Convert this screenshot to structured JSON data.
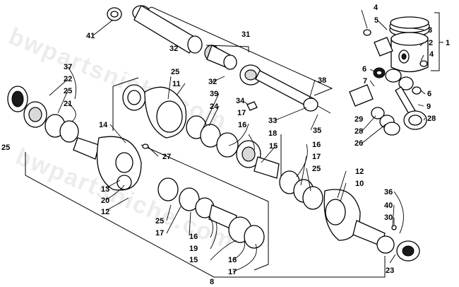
{
  "watermark_text": "bwpartsniche.com",
  "callouts": [
    {
      "id": "c41",
      "text": "41"
    },
    {
      "id": "c32a",
      "text": "32"
    },
    {
      "id": "c31",
      "text": "31"
    },
    {
      "id": "c4a",
      "text": "4"
    },
    {
      "id": "c5",
      "text": "5"
    },
    {
      "id": "c3",
      "text": "3"
    },
    {
      "id": "c2",
      "text": "2"
    },
    {
      "id": "c4b",
      "text": "4"
    },
    {
      "id": "c1",
      "text": "1"
    },
    {
      "id": "c37",
      "text": "37"
    },
    {
      "id": "c22",
      "text": "22"
    },
    {
      "id": "c25a",
      "text": "25"
    },
    {
      "id": "c21",
      "text": "21"
    },
    {
      "id": "c25b",
      "text": "25"
    },
    {
      "id": "c11",
      "text": "11"
    },
    {
      "id": "c32b",
      "text": "32"
    },
    {
      "id": "c39",
      "text": "39"
    },
    {
      "id": "c24",
      "text": "24"
    },
    {
      "id": "c17a",
      "text": "17"
    },
    {
      "id": "c34",
      "text": "34"
    },
    {
      "id": "c38",
      "text": "38"
    },
    {
      "id": "c6a",
      "text": "6"
    },
    {
      "id": "c7",
      "text": "7"
    },
    {
      "id": "c6b",
      "text": "6"
    },
    {
      "id": "c9",
      "text": "9"
    },
    {
      "id": "c28a",
      "text": "28"
    },
    {
      "id": "c29",
      "text": "29"
    },
    {
      "id": "c28b",
      "text": "28"
    },
    {
      "id": "c26",
      "text": "26"
    },
    {
      "id": "c33",
      "text": "33"
    },
    {
      "id": "c35",
      "text": "35"
    },
    {
      "id": "c16a",
      "text": "16"
    },
    {
      "id": "c18",
      "text": "18"
    },
    {
      "id": "c15a",
      "text": "15"
    },
    {
      "id": "c16b",
      "text": "16"
    },
    {
      "id": "c17b",
      "text": "17"
    },
    {
      "id": "c25c",
      "text": "25"
    },
    {
      "id": "c14",
      "text": "14"
    },
    {
      "id": "c27",
      "text": "27"
    },
    {
      "id": "c25d",
      "text": "25"
    },
    {
      "id": "c13",
      "text": "13"
    },
    {
      "id": "c20",
      "text": "20"
    },
    {
      "id": "c12a",
      "text": "12"
    },
    {
      "id": "c12b",
      "text": "12"
    },
    {
      "id": "c10",
      "text": "10"
    },
    {
      "id": "c25e",
      "text": "25"
    },
    {
      "id": "c17c",
      "text": "17"
    },
    {
      "id": "c16c",
      "text": "16"
    },
    {
      "id": "c19",
      "text": "19"
    },
    {
      "id": "c15b",
      "text": "15"
    },
    {
      "id": "c16d",
      "text": "16"
    },
    {
      "id": "c17d",
      "text": "17"
    },
    {
      "id": "c36",
      "text": "36"
    },
    {
      "id": "c40",
      "text": "40"
    },
    {
      "id": "c30",
      "text": "30"
    },
    {
      "id": "c23",
      "text": "23"
    },
    {
      "id": "c8",
      "text": "8"
    }
  ]
}
